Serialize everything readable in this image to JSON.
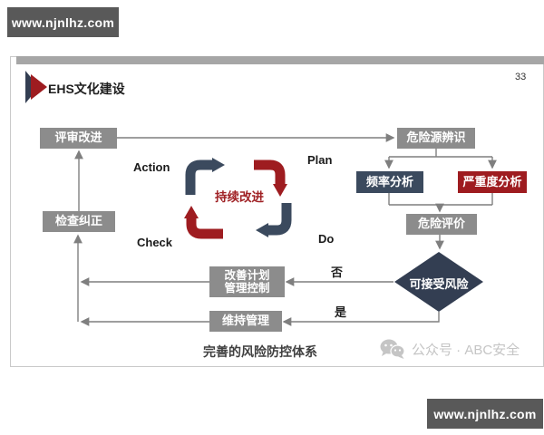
{
  "watermark": {
    "text": "www.njnlhz.com"
  },
  "slide": {
    "title": "EHS文化建设",
    "page_number": "33",
    "caption": "完善的风险防控体系",
    "wechat_label": "公众号 · ABC安全"
  },
  "pdca": {
    "center": "持续改进",
    "plan": "Plan",
    "do": "Do",
    "check": "Check",
    "action": "Action"
  },
  "left_flow": {
    "review": "评审改进",
    "inspect": "检查纠正"
  },
  "right_flow": {
    "hazard_id": "危险源辨识",
    "frequency": "频率分析",
    "severity": "严重度分析",
    "evaluation": "危险评价",
    "decision": "可接受风险",
    "no_label": "否",
    "yes_label": "是",
    "improve_line1": "改善计划",
    "improve_line2": "管理控制",
    "maintain": "维持管理"
  },
  "colors": {
    "accent_red": "#9e1c20",
    "slate_blue": "#3b4a5e",
    "navy": "#333e52",
    "box_gray": "#8c8c8c",
    "connector_gray": "#7f7f7f",
    "watermark_bg": "#595959",
    "center_text_red": "#a02226"
  }
}
